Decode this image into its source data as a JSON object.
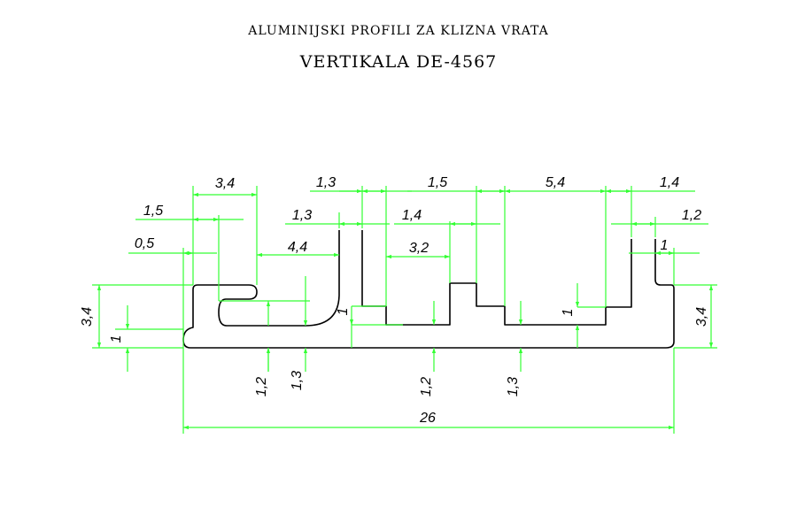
{
  "header": {
    "subtitle": "ALUMINIJSKI PROFILI ZA KLIZNA VRATA",
    "title": "VERTIKALA DE-4567"
  },
  "dimensions": {
    "top_3_4": "3,4",
    "top_1_5_a": "1,5",
    "top_0_5": "0,5",
    "top_1_3_a": "1,3",
    "top_1_3_b": "1,3",
    "top_4_4": "4,4",
    "top_1_5_b": "1,5",
    "top_1_4_a": "1,4",
    "top_3_2": "3,2",
    "top_5_4": "5,4",
    "top_1_4_b": "1,4",
    "top_1_2": "1,2",
    "top_1": "1",
    "left_3_4": "3,4",
    "left_1": "1",
    "mid_1_a": "1",
    "mid_1_b": "1",
    "right_3_4": "3,4",
    "bottom_1_2_a": "1,2",
    "bottom_1_3_a": "1,3",
    "bottom_1_2_b": "1,2",
    "bottom_1_3_b": "1,3",
    "overall_26": "26"
  },
  "colors": {
    "dimension_lines": "#33ff33",
    "profile_outline": "#000000",
    "background": "#ffffff"
  }
}
